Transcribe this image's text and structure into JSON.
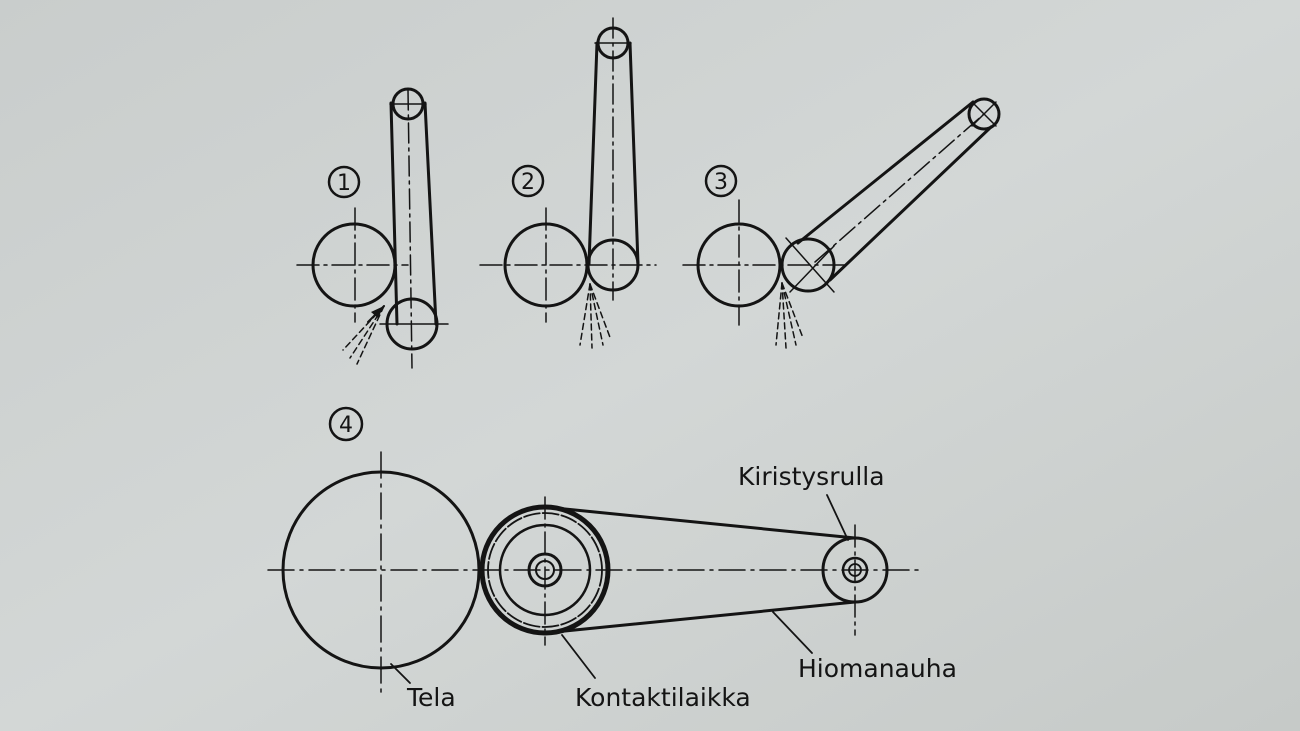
{
  "figure": {
    "background_color": "#cfd3d2",
    "ink_color": "#141414",
    "variants": [
      {
        "label": "1"
      },
      {
        "label": "2"
      },
      {
        "label": "3"
      },
      {
        "label": "4"
      }
    ],
    "labels": {
      "tensioner": "Kiristysrulla",
      "roll": "Tela",
      "contact_disc": "Kontaktilaikka",
      "belt": "Hiomanauha"
    }
  }
}
